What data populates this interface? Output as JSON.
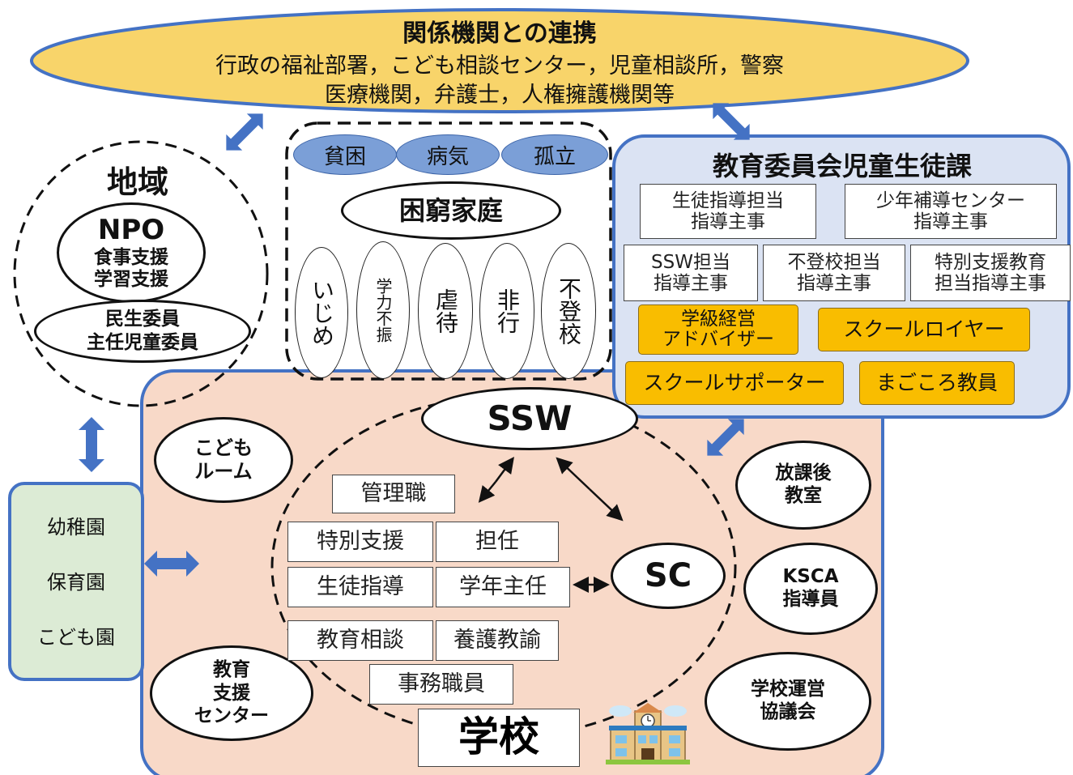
{
  "agencies": {
    "title": "関係機関との連携",
    "line1": "行政の福祉部署，こども相談センター，児童相談所，警察",
    "line2": "医療機関，弁護士，人権擁護機関等"
  },
  "community": {
    "title": "地域",
    "npo": {
      "name": "NPO",
      "line1": "食事支援",
      "line2": "学習支援"
    },
    "commissioner": {
      "line1": "民生委員",
      "line2": "主任児童委員"
    }
  },
  "issues": {
    "top": [
      "貧困",
      "病気",
      "孤立"
    ],
    "center": "困窮家庭",
    "vertical": [
      "いじめ",
      "学力不振",
      "虐待",
      "非行",
      "不登校"
    ]
  },
  "board": {
    "title": "教育委員会児童生徒課",
    "boxes": [
      {
        "line1": "生徒指導担当",
        "line2": "指導主事"
      },
      {
        "line1": "少年補導センター",
        "line2": "指導主事"
      },
      {
        "line1": "SSW担当",
        "line2": "指導主事"
      },
      {
        "line1": "不登校担当",
        "line2": "指導主事"
      },
      {
        "line1": "特別支援教育",
        "line2": "担当指導主事"
      }
    ],
    "staff": [
      {
        "line1": "学級経営",
        "line2": "アドバイザー"
      },
      {
        "line1": "スクールロイヤー",
        "line2": ""
      },
      {
        "line1": "スクールサポーター",
        "line2": ""
      },
      {
        "line1": "まごころ教員",
        "line2": ""
      }
    ]
  },
  "preschool": {
    "items": [
      "幼稚園",
      "保育園",
      "こども園"
    ]
  },
  "school": {
    "label": "学校",
    "ssw": "SSW",
    "sc": "SC",
    "staff": [
      "管理職",
      "特別支援",
      "担任",
      "生徒指導",
      "学年主任",
      "教育相談",
      "養護教諭",
      "事務職員"
    ],
    "kodomo_room": {
      "line1": "こども",
      "line2": "ルーム"
    },
    "support_center": {
      "line1": "教育",
      "line2": "支援",
      "line3": "センター"
    },
    "afterschool": {
      "line1": "放課後",
      "line2": "教室"
    },
    "ksca": {
      "line1": "KSCA",
      "line2": "指導員"
    },
    "council": {
      "line1": "学校運営",
      "line2": "協議会"
    }
  },
  "colors": {
    "agency_fill": "#f8d46a",
    "board_fill": "#dbe3f3",
    "board_border": "#4472c4",
    "school_fill": "#f8d9c8",
    "preschool_fill": "#dcebd5",
    "staff_fill": "#f9bd00",
    "arrow": "#4472c4"
  },
  "icons": [
    "school-building-icon"
  ]
}
